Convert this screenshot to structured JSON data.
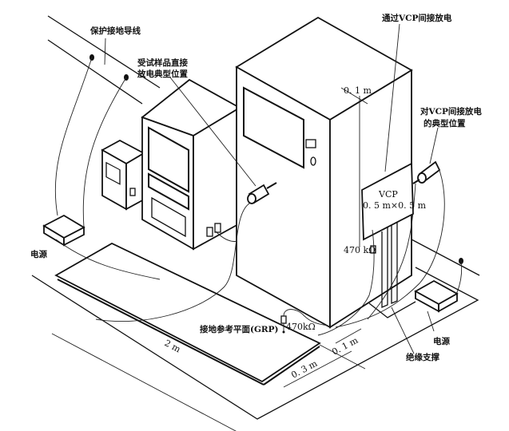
{
  "labels": {
    "protective_ground": "保护接地导线",
    "eut_direct_line1": "受试样品直接",
    "eut_direct_line2": "放电典型位置",
    "indirect_via_vcp": "通过VCP间接放电",
    "dim_top": "0. 1 m",
    "vcp_typical_line1": "对VCP间接放电",
    "vcp_typical_line2": "的典型位置",
    "vcp_title": "VCP",
    "vcp_size": "0. 5 m×0. 5 m",
    "resistor_vcp": "470 kΩ",
    "power_left": "电源",
    "resistor_grp": "470kΩ",
    "grp": "接地参考平面(GRP)",
    "dim_2m": "2 m",
    "dim_01m": "0. 1 m",
    "dim_03m": "0. 3 m",
    "power_right": "电源",
    "insulating_support": "绝缘支撑"
  }
}
